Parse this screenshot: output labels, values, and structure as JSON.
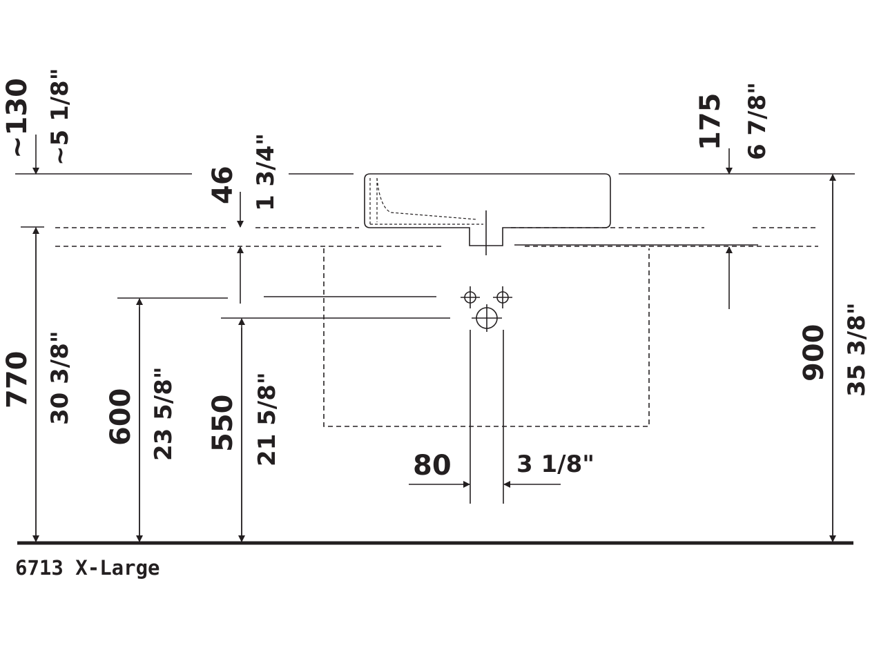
{
  "caption": "6713  X-Large",
  "dimensions": {
    "basin_top_rim_mm": "~130",
    "basin_top_rim_in": "~5 1/8\"",
    "basin_height_mm": "46",
    "basin_height_in": "1 3/4\"",
    "right_top_mm": "175",
    "right_top_in": "6 7/8\"",
    "counter_height_mm": "770",
    "counter_height_in": "30 3/8\"",
    "supply_height_mm": "600",
    "supply_height_in": "23 5/8\"",
    "drain_height_mm": "550",
    "drain_height_in": "21 5/8\"",
    "total_height_mm": "900",
    "total_height_in": "35 3/8\"",
    "drain_spacing_mm": "80",
    "drain_spacing_in": "3 1/8\""
  },
  "colors": {
    "ink": "#231f20",
    "background": "#ffffff"
  }
}
